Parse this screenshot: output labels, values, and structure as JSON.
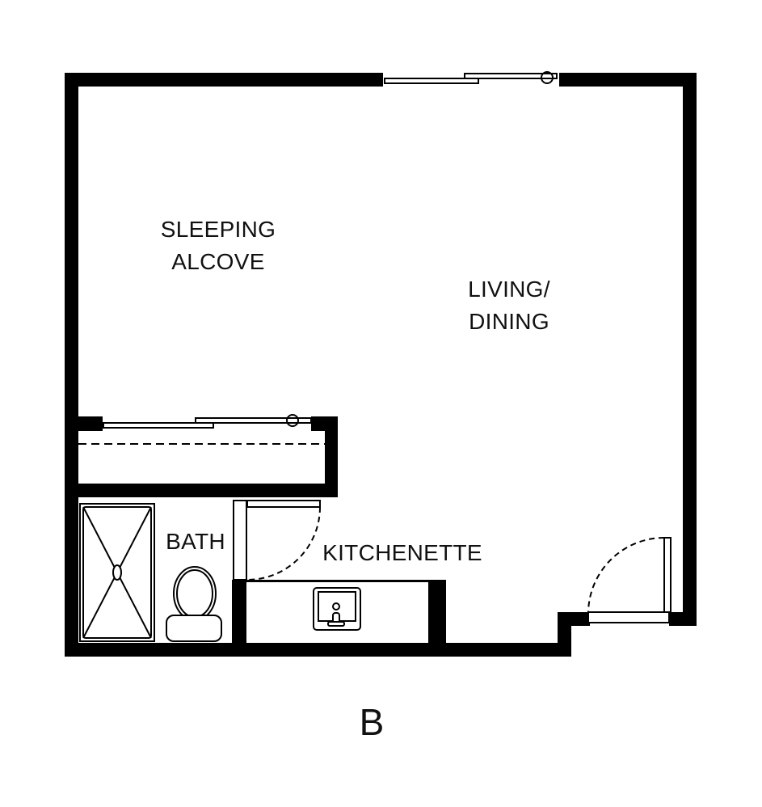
{
  "plan": {
    "unit_label": "B",
    "rooms": [
      {
        "id": "sleeping",
        "lines": [
          "SLEEPING",
          "ALCOVE"
        ]
      },
      {
        "id": "living",
        "lines": [
          "LIVING/",
          "DINING"
        ]
      },
      {
        "id": "bath",
        "lines": [
          "BATH"
        ]
      },
      {
        "id": "kitchen",
        "lines": [
          "KITCHENETTE"
        ]
      }
    ],
    "colors": {
      "wall": "#000000",
      "background": "#ffffff",
      "text": "#111111"
    },
    "fixtures": [
      "sliding-window",
      "closet-sliding-door",
      "shower",
      "toilet",
      "kitchen-sink",
      "bath-door",
      "entry-door"
    ]
  }
}
